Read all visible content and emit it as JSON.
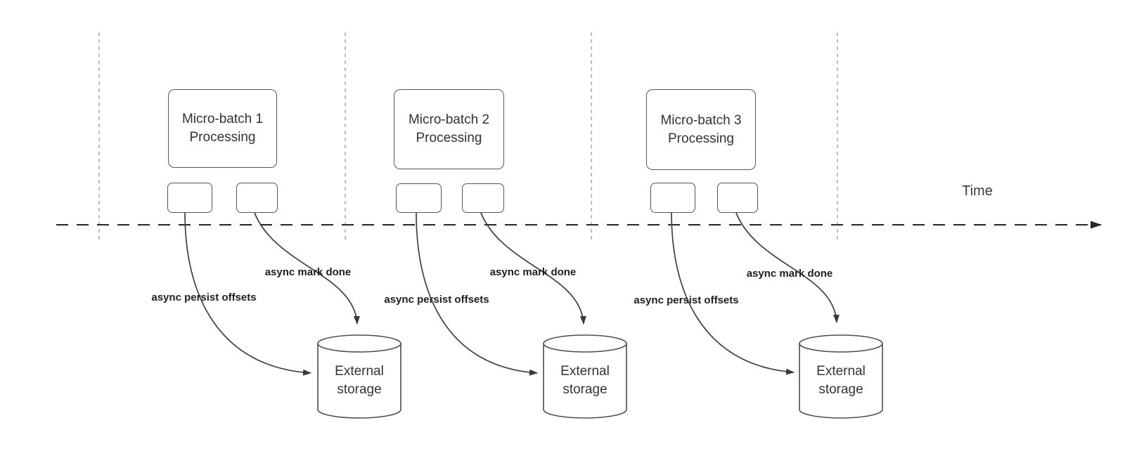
{
  "timeline": {
    "label": "Time"
  },
  "groups": [
    {
      "title_line1": "Micro-batch 1",
      "title_line2": "Processing",
      "persist_label": "async persist offsets",
      "done_label": "async mark done",
      "storage_line1": "External",
      "storage_line2": "storage"
    },
    {
      "title_line1": "Micro-batch 2",
      "title_line2": "Processing",
      "persist_label": "async persist offsets",
      "done_label": "async mark done",
      "storage_line1": "External",
      "storage_line2": "storage"
    },
    {
      "title_line1": "Micro-batch 3",
      "title_line2": "Processing",
      "persist_label": "async persist offsets",
      "done_label": "async mark done",
      "storage_line1": "External",
      "storage_line2": "storage"
    }
  ],
  "colors": {
    "background": "#ffffff",
    "guide_line": "#a6a9ad",
    "timeline_line": "#23272c",
    "box_border": "#54585e",
    "arrow_stroke": "#3a4047",
    "box_text": "#2e343c",
    "label_text": "#1a1e26"
  }
}
